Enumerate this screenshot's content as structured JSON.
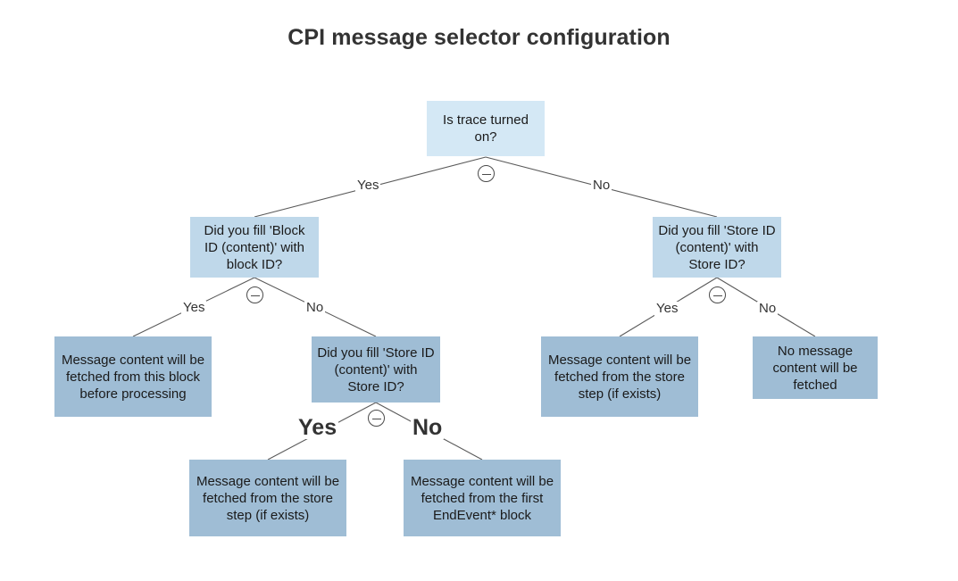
{
  "title": "CPI message selector configuration",
  "colors": {
    "background": "#ffffff",
    "title_text": "#333333",
    "node_text": "#1a1a1a",
    "root_fill": "#d4e8f5",
    "level_two_fill": "#bfd8ea",
    "leaf_fill": "#9fbdd5",
    "edge_stroke": "#5a5a5a",
    "toggle_stroke": "#4a4a4a"
  },
  "nodes": {
    "root": "Is trace turned on?",
    "block_id_question": "Did you fill 'Block ID (content)' with block ID?",
    "store_id_question_right": "Did you fill 'Store ID (content)' with Store ID?",
    "leaf_block_before_processing": "Message content will be fetched from this block before processing",
    "store_id_question_middle": "Did you fill 'Store ID (content)' with Store ID?",
    "leaf_store_step_right": "Message content will be fetched from the store step (if exists)",
    "leaf_no_content": "No message content will be fetched",
    "leaf_store_step_bottom": "Message content will be fetched from the store step (if exists)",
    "leaf_first_endevent": "Message content will be fetched from the first EndEvent* block"
  },
  "edge_labels": {
    "root_yes": "Yes",
    "root_no": "No",
    "block_yes": "Yes",
    "block_no": "No",
    "store_right_yes": "Yes",
    "store_right_no": "No",
    "store_mid_yes": "Yes",
    "store_mid_no": "No"
  },
  "toggles": {
    "root": "collapse-toggle",
    "block_id": "collapse-toggle",
    "store_id_right": "collapse-toggle",
    "store_id_middle": "collapse-toggle"
  }
}
